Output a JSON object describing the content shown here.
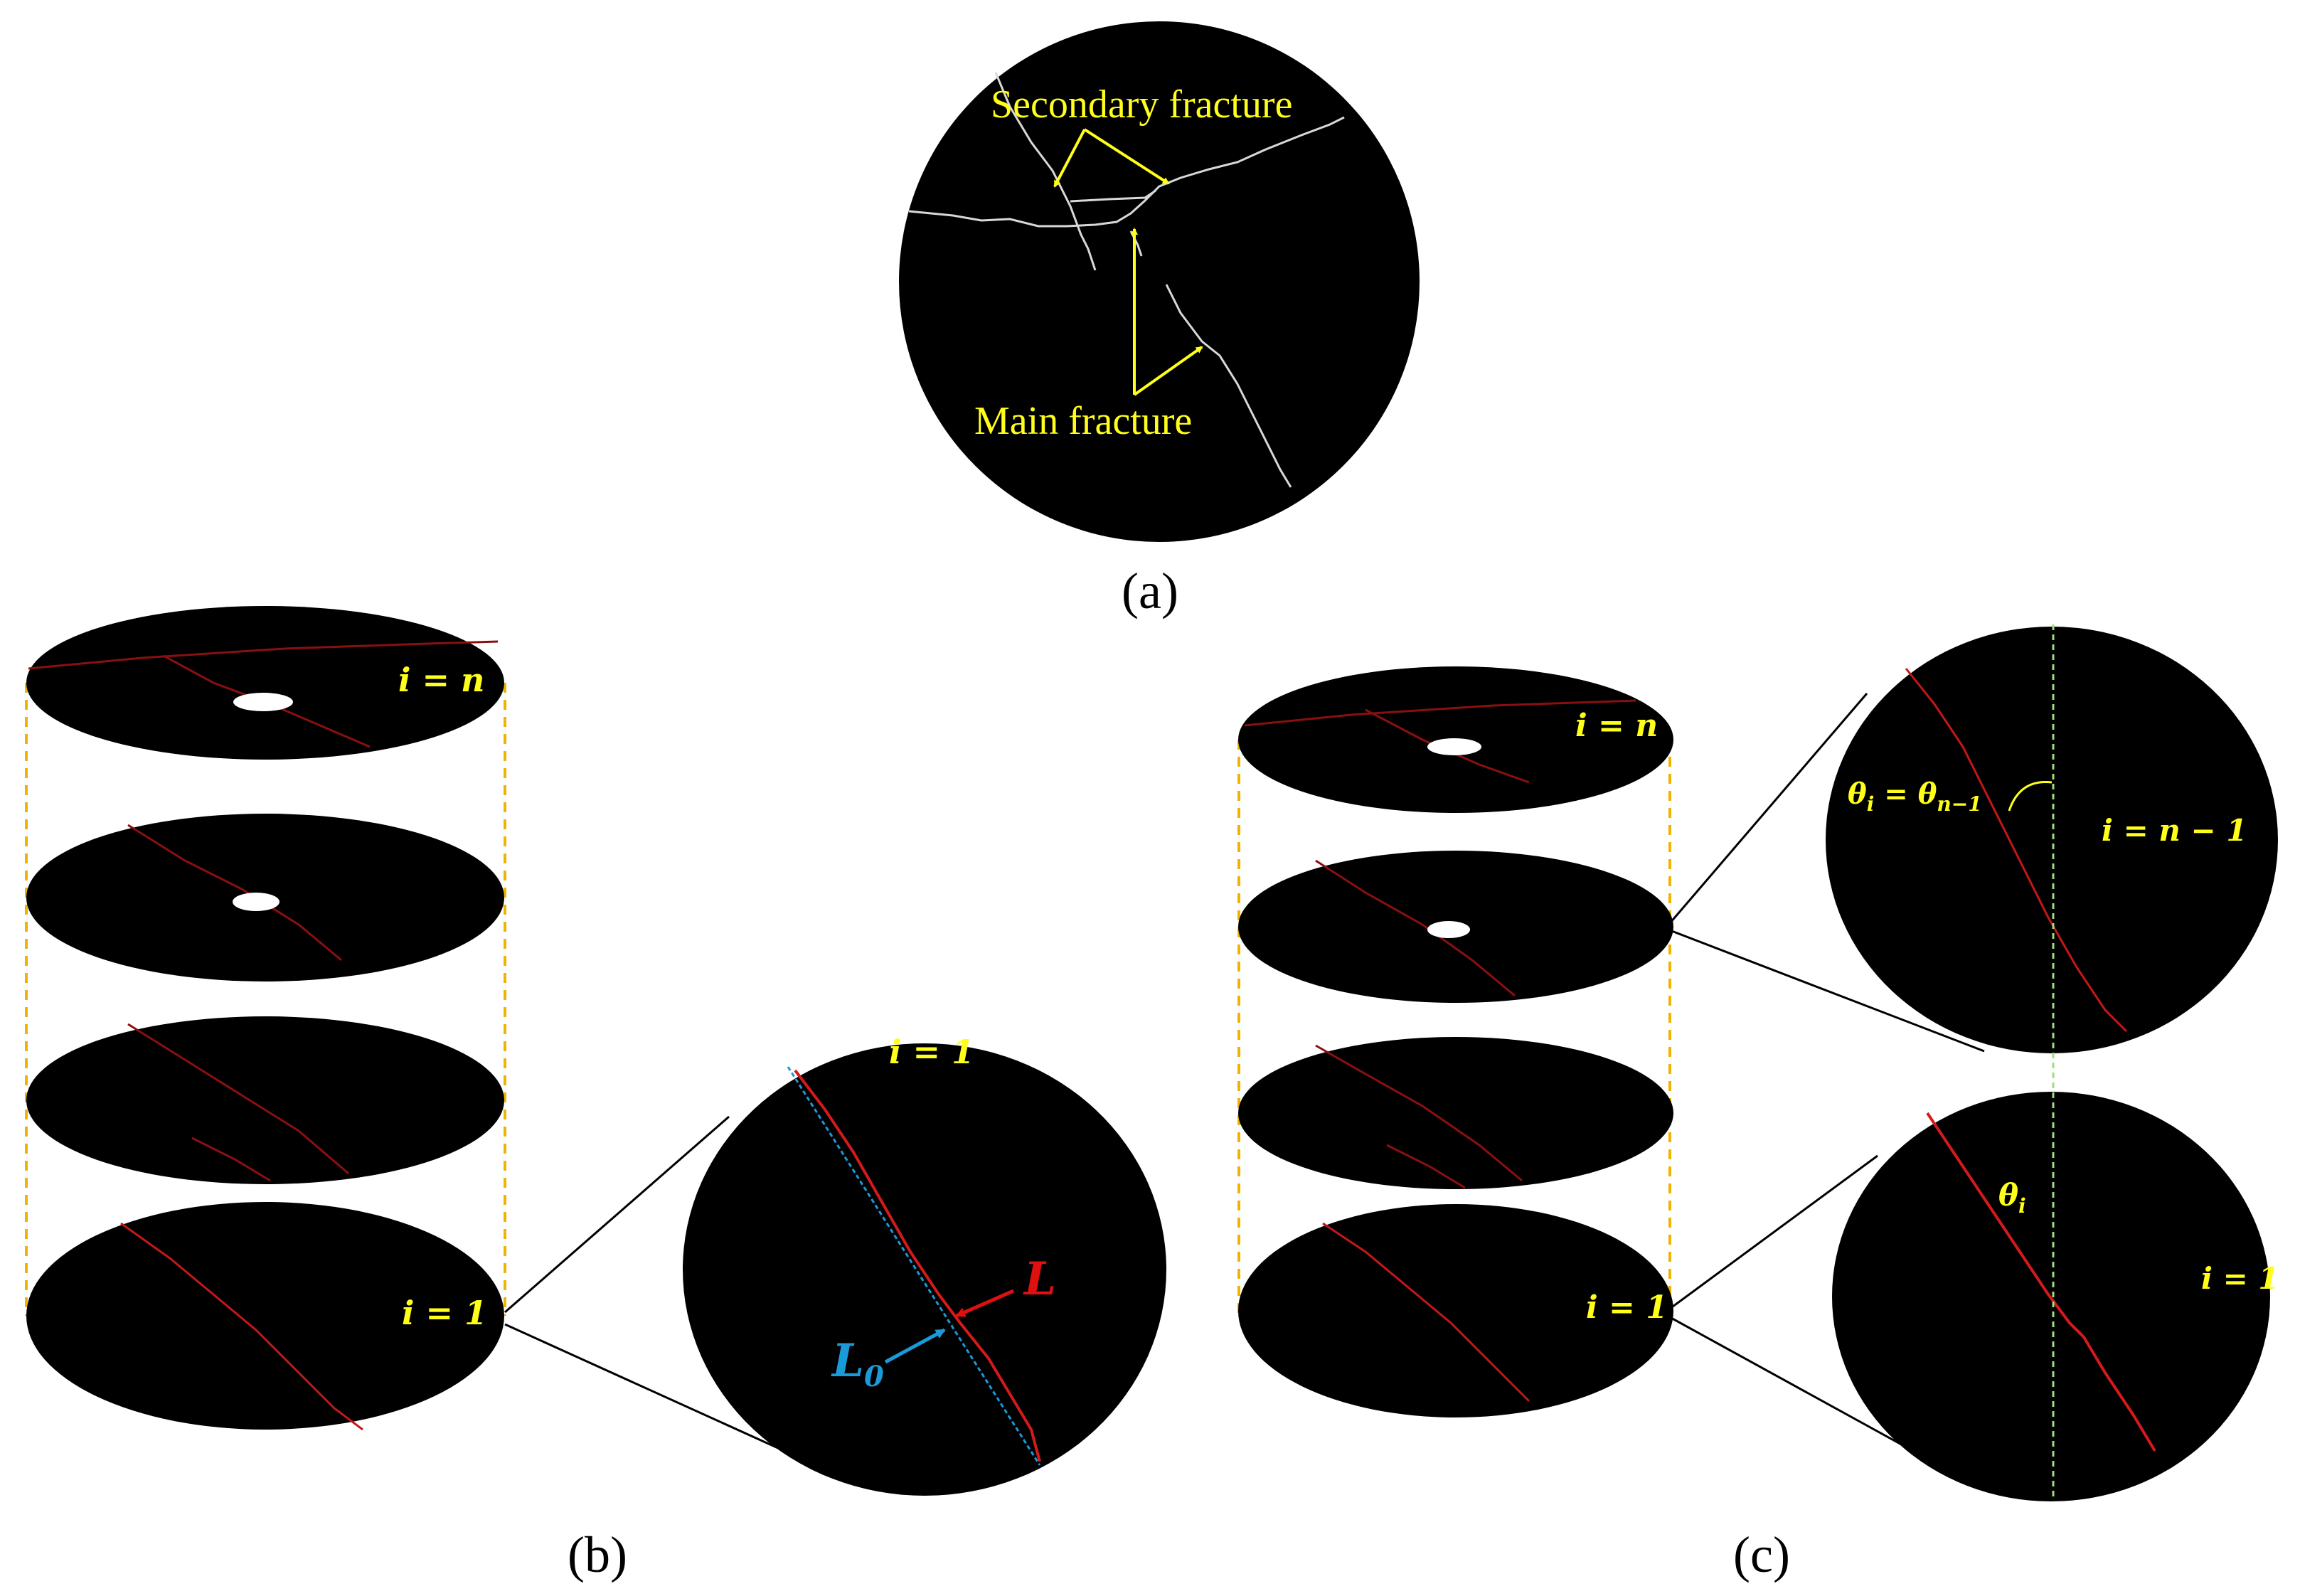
{
  "colors": {
    "background": "#ffffff",
    "disk": "#000000",
    "fracture_white": "#d8d8d8",
    "fracture_red": "#c41818",
    "annotation_yellow": "#ffff1a",
    "guide_orange": "#f0b400",
    "line_L0": "#1a9ad8",
    "line_L": "#e01010",
    "axis_green": "#9be07a"
  },
  "panel_a": {
    "label": "(a)",
    "secondary_label": "Secondary fracture",
    "main_label": "Main fracture"
  },
  "panel_b": {
    "label": "(b)",
    "top_slice": "i = n",
    "bottom_slice": "i = 1",
    "zoom_slice": "i = 1",
    "L_label": "L",
    "L0_label": "L",
    "L0_sub": "0"
  },
  "panel_c": {
    "label": "(c)",
    "top_slice": "i = n",
    "bottom_slice": "i = 1",
    "zoom_top_slice": "i = n − 1",
    "zoom_bottom_slice": "i = 1",
    "theta_eq_main": "θ",
    "theta_eq_sub1": "i",
    "theta_eq_mid": " = θ",
    "theta_eq_sub2": "n−1",
    "theta_main": "θ",
    "theta_sub": "i"
  },
  "icons": [
    "arrow-icon",
    "disk-slice",
    "hole-marker"
  ]
}
